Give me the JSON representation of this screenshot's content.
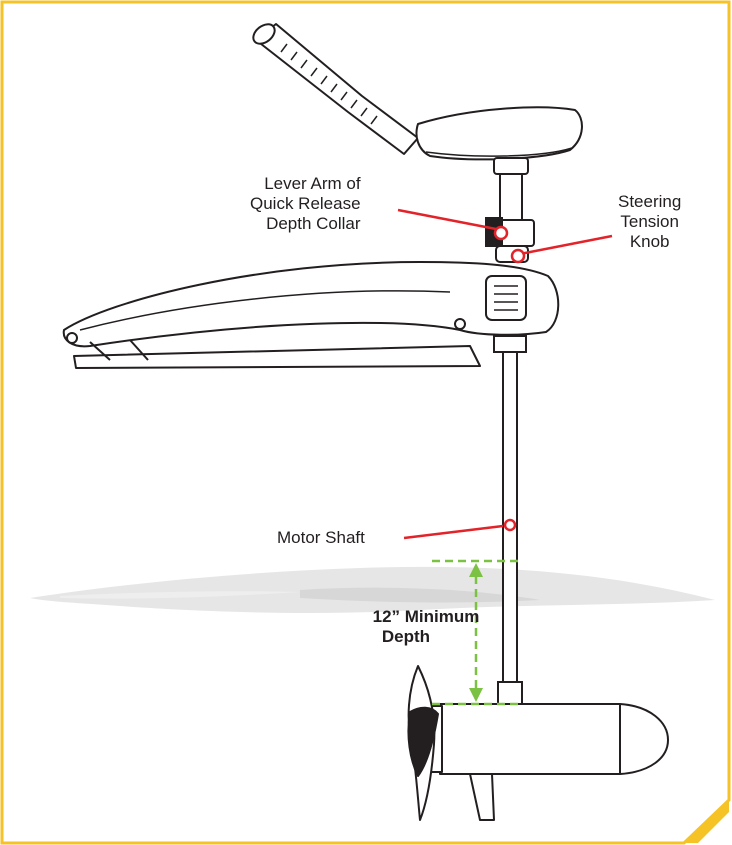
{
  "callouts": {
    "lever_arm": [
      "Lever Arm of",
      "Quick Release",
      "Depth Collar"
    ],
    "steering_knob": [
      "Steering",
      "Tension",
      "Knob"
    ],
    "motor_shaft": "Motor Shaft",
    "minimum_depth": [
      "12” Minimum",
      "Depth"
    ]
  },
  "colors": {
    "frame": "#f5c325",
    "callout": "#e2242a",
    "depth_marker": "#7bc142",
    "water": "#e6e6e6",
    "line_art": "#231f20"
  }
}
